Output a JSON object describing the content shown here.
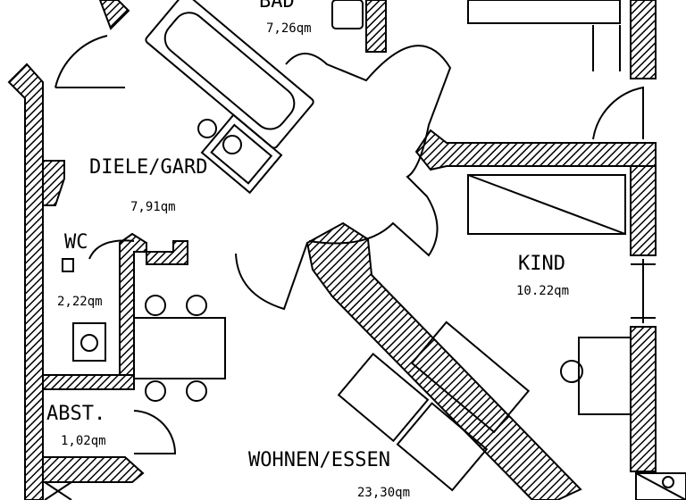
{
  "rooms": {
    "bad": {
      "name": "BAD",
      "area": "7,26qm"
    },
    "diele": {
      "name": "DIELE/GARD",
      "area": "7,91qm"
    },
    "wc": {
      "name": "WC",
      "area": "2,22qm"
    },
    "kind": {
      "name": "KIND",
      "area": "10.22qm"
    },
    "abst": {
      "name": "ABST.",
      "area": "1,02qm"
    },
    "wohnen": {
      "name": "WOHNEN/ESSEN",
      "area": "23,30qm"
    }
  },
  "colors": {
    "wall_hatch": "#000000",
    "background": "#ffffff"
  }
}
